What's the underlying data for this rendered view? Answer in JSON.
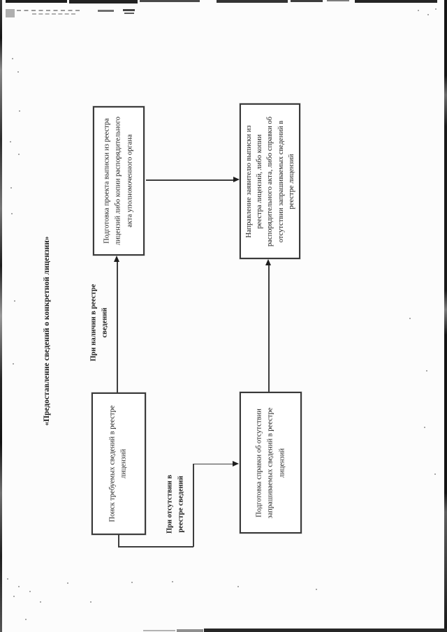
{
  "page": {
    "title": "«Предоставление сведений о конкретной лицензии»"
  },
  "flowchart": {
    "boxes": [
      {
        "id": "search-registry",
        "label": "Поиск требуемых сведений в реестре\nлицензий"
      },
      {
        "id": "prepare-extract",
        "label": "Подготовка проекта выписки из реестра\nлицензий либо копии распорядительного\nакта уполномоченного органа"
      },
      {
        "id": "prepare-absence-certificate",
        "label": "Подготовка справки об отсутствии\nзапрашиваемых сведений в реестре\nлицензий"
      },
      {
        "id": "send-to-applicant",
        "label": "Направление заявителю выписки из\nреестра лицензий, либо копии\nраспорядительного акта, либо справки об\nотсутствии запрашиваемых сведений в\nреестре лицензий"
      }
    ],
    "edge_labels": [
      {
        "id": "if-present",
        "label": "При наличии в реестре\nсведений"
      },
      {
        "id": "if-absent",
        "label": "При отсутствии в\nреестре сведений"
      }
    ]
  }
}
